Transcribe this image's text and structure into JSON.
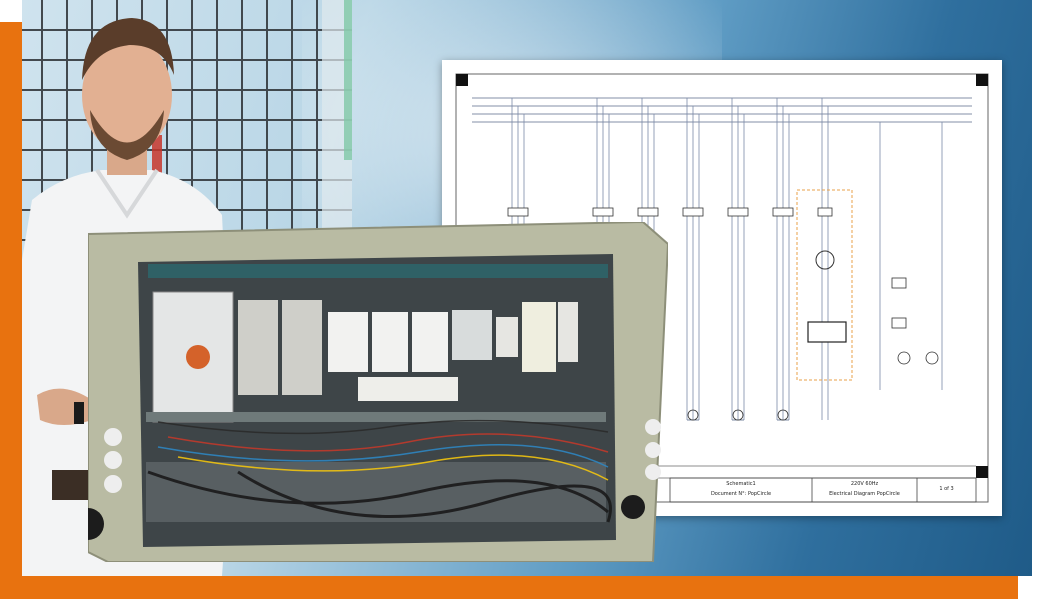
{
  "colors": {
    "frame_accent": "#e8720f",
    "enclosure": "#b9bba3",
    "background_blue": "#2f6f9e"
  },
  "schematic": {
    "title_block": {
      "name": "Schematic1",
      "document": "Document N°: PopCircle",
      "supply": "220V 60Hz",
      "diagram": "Electrical Diagram PopCircle",
      "sheet": "1 of 3"
    }
  },
  "icons": [
    "person-photo",
    "electrical-cabinet",
    "wire-mesh-fence"
  ]
}
